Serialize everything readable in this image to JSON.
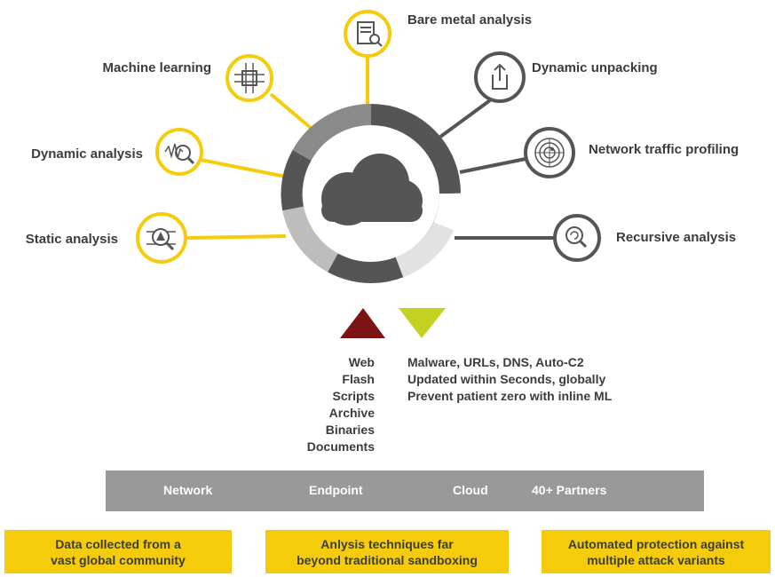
{
  "techniques": {
    "bare_metal": "Bare metal analysis",
    "machine_learning": "Machine learning",
    "dynamic_unpacking": "Dynamic unpacking",
    "dynamic_analysis": "Dynamic analysis",
    "network_traffic": "Network traffic profiling",
    "static_analysis": "Static analysis",
    "recursive_analysis": "Recursive analysis"
  },
  "inputs": [
    "Web",
    "Flash",
    "Scripts",
    "Archive",
    "Binaries",
    "Documents"
  ],
  "outputs": [
    "Malware, URLs, DNS, Auto-C2",
    "Updated within Seconds, globally",
    "Prevent patient zero with inline ML"
  ],
  "platforms": [
    "Network",
    "Endpoint",
    "Cloud",
    "40+ Partners"
  ],
  "summary": [
    {
      "line1": "Data collected from a",
      "line2": "vast global community"
    },
    {
      "line1": "Anlysis techniques far",
      "line2": "beyond traditional sandboxing"
    },
    {
      "line1": "Automated protection against",
      "line2": "multiple attack variants"
    }
  ],
  "colors": {
    "yellow": "#f5cc0c",
    "dark_gray": "#555555",
    "inbound_arrow": "#7d1414",
    "outbound_arrow": "#c3d21e",
    "bar": "#999999"
  },
  "icons": [
    "server-search-icon",
    "chip-network-icon",
    "upload-icon",
    "waveform-search-icon",
    "radar-icon",
    "warning-search-icon",
    "refresh-search-icon",
    "cloud-icon"
  ]
}
